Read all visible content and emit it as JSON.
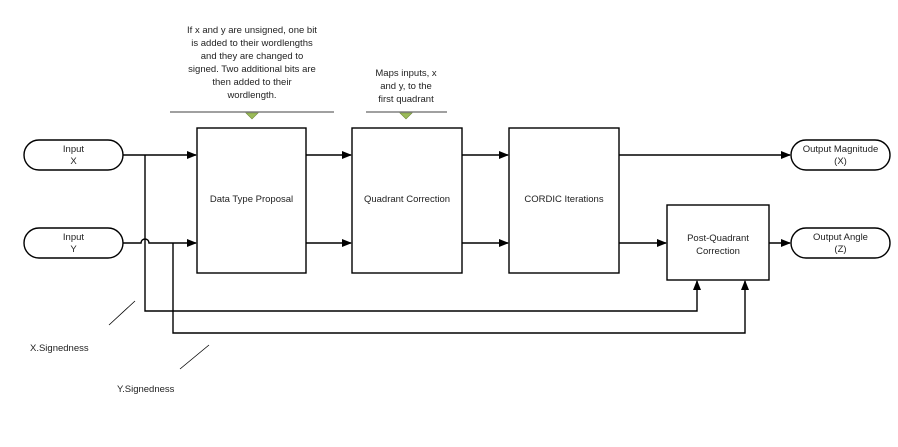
{
  "terminals": {
    "input_x": [
      "Input",
      "X"
    ],
    "input_y": [
      "Input",
      "Y"
    ],
    "output_mag": [
      "Output Magnitude",
      "(X)"
    ],
    "output_angle": [
      "Output Angle",
      "(Z)"
    ]
  },
  "blocks": {
    "data_type_proposal": [
      "Data Type Proposal"
    ],
    "quadrant_correction": [
      "Quadrant Correction"
    ],
    "cordic_iterations": [
      "CORDIC Iterations"
    ],
    "post_quadrant": [
      "Post-Quadrant",
      "Correction"
    ]
  },
  "annotations": {
    "data_type_note": [
      "If x and y are unsigned, one bit",
      "is added to their wordlengths",
      "and they are changed to",
      "signed.  Two additional bits are",
      "then added to their",
      "wordlength."
    ],
    "quadrant_note": [
      "Maps inputs, x",
      "and y, to the",
      "first quadrant"
    ]
  },
  "signals": {
    "x_signedness": "X.Signedness",
    "y_signedness": "Y.Signedness"
  }
}
